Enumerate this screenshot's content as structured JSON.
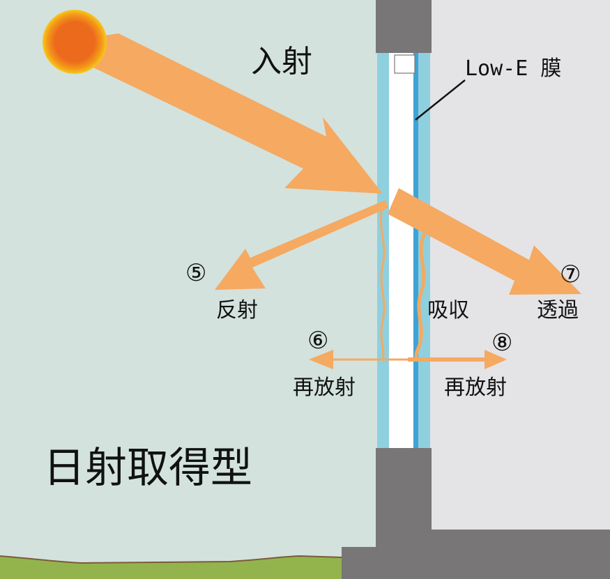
{
  "title": "日射取得型",
  "labels": {
    "incident": "入射",
    "lowE": "Low-E 膜",
    "reflection": "反射",
    "absorption": "吸収",
    "transmission": "透過",
    "reradiation_out": "再放射",
    "reradiation_in": "再放射"
  },
  "markers": {
    "reflection": "⑤",
    "reradiation_out": "⑥",
    "transmission": "⑦",
    "reradiation_in": "⑧"
  },
  "colors": {
    "outdoor_bg": "#d3e2dd",
    "indoor_bg": "#e4e4e6",
    "wall": "#787677",
    "glass": "#8fd0df",
    "lowE_film": "#3fa3d3",
    "air_gap": "#ffffff",
    "arrow": "#f5a961",
    "sun_core": "#ec6a1c",
    "sun_rim": "#f7c21a",
    "grass": "#93b44d",
    "soil_line": "#7b5a38"
  }
}
